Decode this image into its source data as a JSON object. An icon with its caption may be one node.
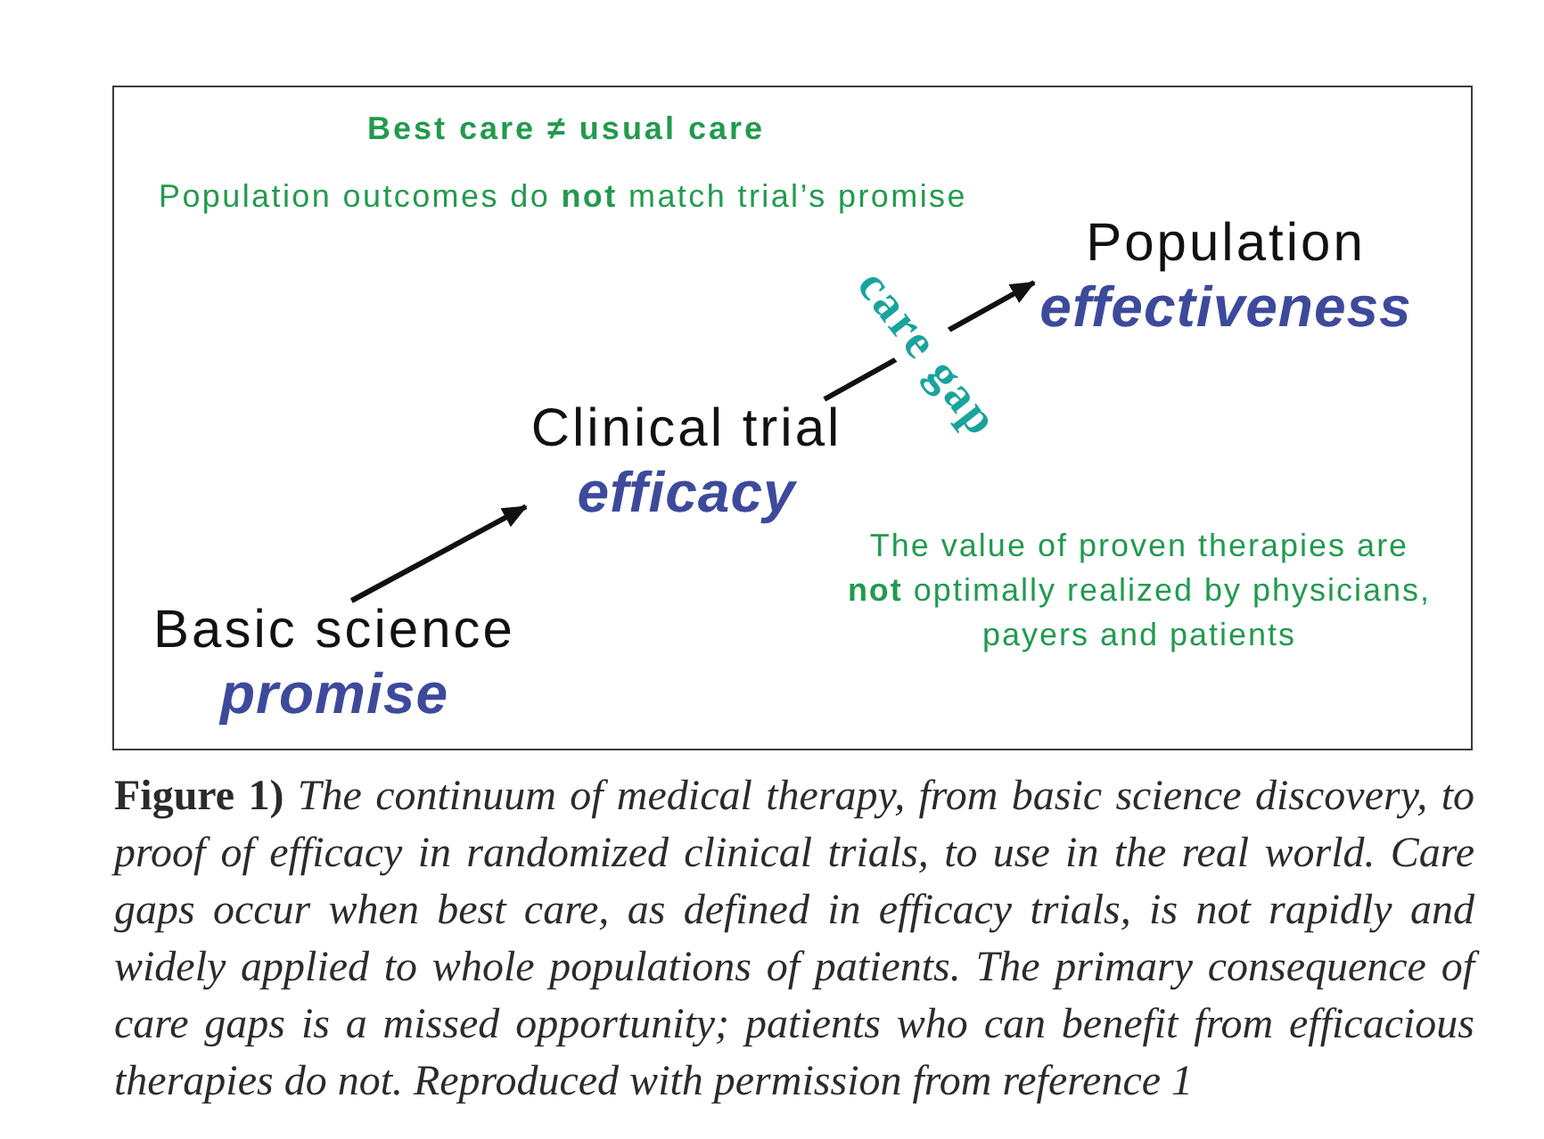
{
  "diagram": {
    "caption": "**Figure 1)** *The continuum of medical therapy, from basic science discovery, to proof of efficacy in randomized clinical trials, to use in the real world. Care gaps occur when best care, as defined in efficacy trials, is not rapidly and widely applied to whole populations of patients. The primary consequence of care gaps is a missed opportunity; patients who can benefit from efficacious therapies do not. Reproduced with permission from reference 1*",
    "nodes": [
      {
        "text": [
          "Basic science",
          "promise"
        ]
      },
      {
        "text": [
          "Clinical trial",
          "efficacy"
        ]
      },
      {
        "text": [
          "Population",
          "effectiveness"
        ]
      }
    ],
    "edges": [
      {
        "from": 0,
        "to": 1,
        "arrow": "to"
      },
      {
        "from": 1,
        "to": 2,
        "arrow": "to",
        "label": "care gap"
      }
    ],
    "labels": [
      "Best care ≠ usual care",
      "Population outcomes do **not** match trial’s promise",
      "The value of proven therapies are **not** optimally realized by physicians, payers and patients"
    ]
  }
}
